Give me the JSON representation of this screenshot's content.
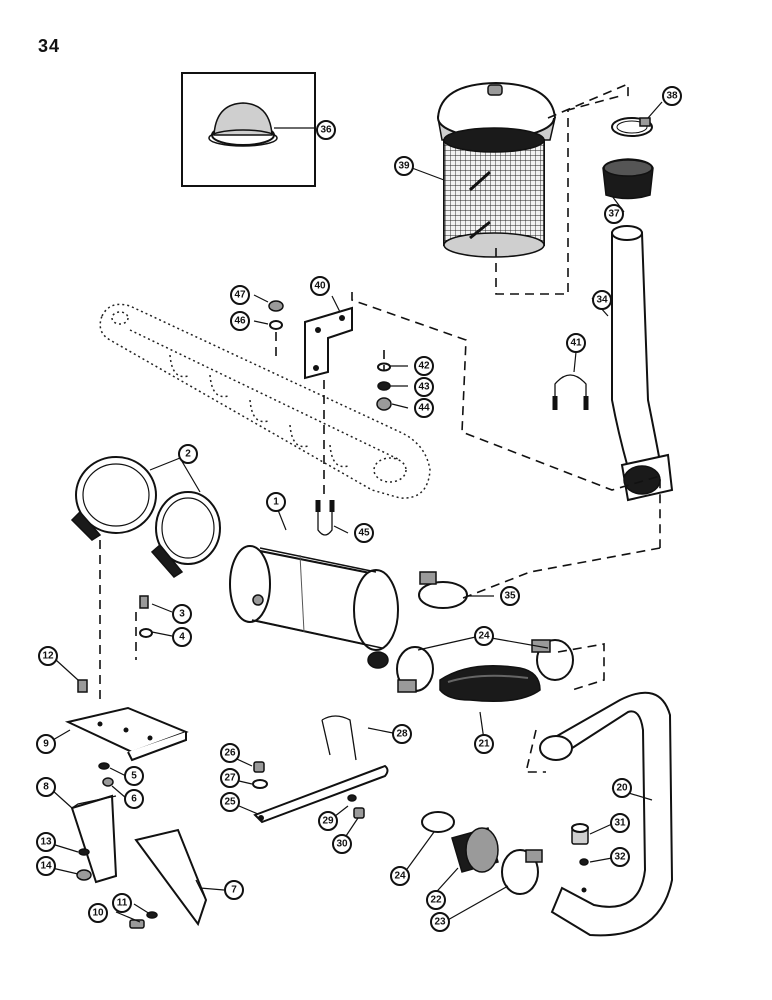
{
  "page": {
    "number": "34"
  },
  "callouts": [
    {
      "id": "c1",
      "label": "1"
    },
    {
      "id": "c2",
      "label": "2"
    },
    {
      "id": "c3",
      "label": "3"
    },
    {
      "id": "c4",
      "label": "4"
    },
    {
      "id": "c5",
      "label": "5"
    },
    {
      "id": "c6",
      "label": "6"
    },
    {
      "id": "c7",
      "label": "7"
    },
    {
      "id": "c8",
      "label": "8"
    },
    {
      "id": "c9",
      "label": "9"
    },
    {
      "id": "c10",
      "label": "10"
    },
    {
      "id": "c11",
      "label": "11"
    },
    {
      "id": "c12",
      "label": "12"
    },
    {
      "id": "c13",
      "label": "13"
    },
    {
      "id": "c14",
      "label": "14"
    },
    {
      "id": "c20",
      "label": "20"
    },
    {
      "id": "c21",
      "label": "21"
    },
    {
      "id": "c22",
      "label": "22"
    },
    {
      "id": "c23",
      "label": "23"
    },
    {
      "id": "c24a",
      "label": "24"
    },
    {
      "id": "c24b",
      "label": "24"
    },
    {
      "id": "c25",
      "label": "25"
    },
    {
      "id": "c26",
      "label": "26"
    },
    {
      "id": "c27",
      "label": "27"
    },
    {
      "id": "c28",
      "label": "28"
    },
    {
      "id": "c29",
      "label": "29"
    },
    {
      "id": "c30",
      "label": "30"
    },
    {
      "id": "c31",
      "label": "31"
    },
    {
      "id": "c32",
      "label": "32"
    },
    {
      "id": "c34",
      "label": "34"
    },
    {
      "id": "c35",
      "label": "35"
    },
    {
      "id": "c36",
      "label": "36"
    },
    {
      "id": "c37",
      "label": "37"
    },
    {
      "id": "c38",
      "label": "38"
    },
    {
      "id": "c39",
      "label": "39"
    },
    {
      "id": "c40",
      "label": "40"
    },
    {
      "id": "c41",
      "label": "41"
    },
    {
      "id": "c42",
      "label": "42"
    },
    {
      "id": "c43",
      "label": "43"
    },
    {
      "id": "c44",
      "label": "44"
    },
    {
      "id": "c45",
      "label": "45"
    },
    {
      "id": "c46",
      "label": "46"
    },
    {
      "id": "c47",
      "label": "47"
    }
  ]
}
